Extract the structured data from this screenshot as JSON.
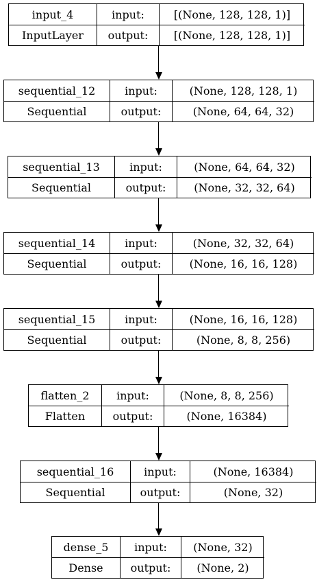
{
  "nodes": [
    {
      "name": "input_4",
      "type": "InputLayer",
      "input_label": "input:",
      "output_label": "output:",
      "input_shape": "[(None, 128, 128, 1)]",
      "output_shape": "[(None, 128, 128, 1)]"
    },
    {
      "name": "sequential_12",
      "type": "Sequential",
      "input_label": "input:",
      "output_label": "output:",
      "input_shape": "(None, 128, 128, 1)",
      "output_shape": "(None, 64, 64, 32)"
    },
    {
      "name": "sequential_13",
      "type": "Sequential",
      "input_label": "input:",
      "output_label": "output:",
      "input_shape": "(None, 64, 64, 32)",
      "output_shape": "(None, 32, 32, 64)"
    },
    {
      "name": "sequential_14",
      "type": "Sequential",
      "input_label": "input:",
      "output_label": "output:",
      "input_shape": "(None, 32, 32, 64)",
      "output_shape": "(None, 16, 16, 128)"
    },
    {
      "name": "sequential_15",
      "type": "Sequential",
      "input_label": "input:",
      "output_label": "output:",
      "input_shape": "(None, 16, 16, 128)",
      "output_shape": "(None, 8, 8, 256)"
    },
    {
      "name": "flatten_2",
      "type": "Flatten",
      "input_label": "input:",
      "output_label": "output:",
      "input_shape": "(None, 8, 8, 256)",
      "output_shape": "(None, 16384)"
    },
    {
      "name": "sequential_16",
      "type": "Sequential",
      "input_label": "input:",
      "output_label": "output:",
      "input_shape": "(None, 16384)",
      "output_shape": "(None, 32)"
    },
    {
      "name": "dense_5",
      "type": "Dense",
      "input_label": "input:",
      "output_label": "output:",
      "input_shape": "(None, 32)",
      "output_shape": "(None, 2)"
    }
  ]
}
